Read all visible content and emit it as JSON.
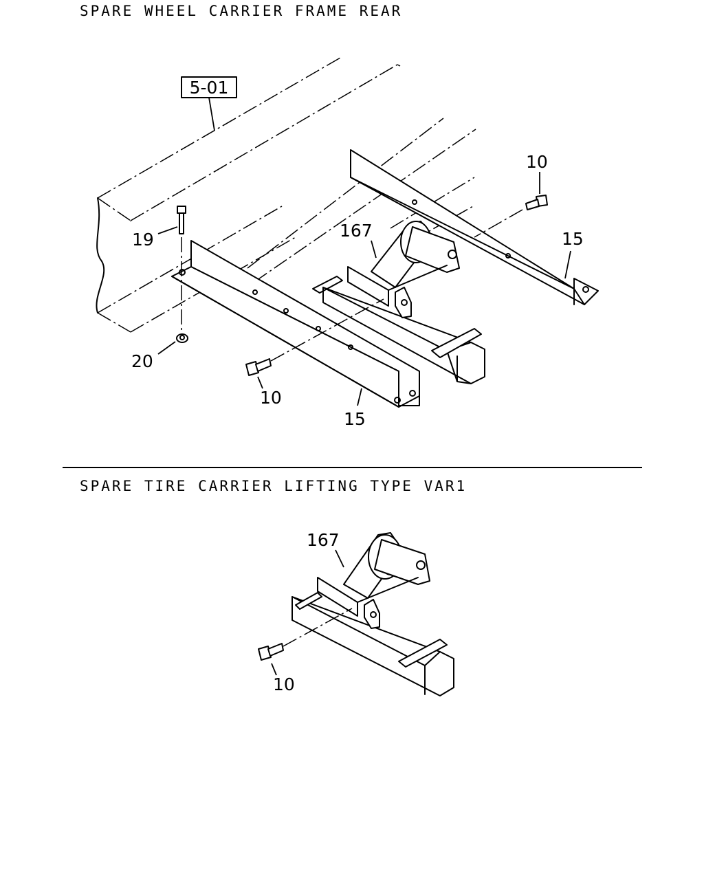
{
  "sections": [
    {
      "title": "SPARE WHEEL CARRIER FRAME REAR",
      "reference_box": "5-01",
      "callouts": [
        "19",
        "20",
        "167",
        "10",
        "15",
        "10",
        "15"
      ]
    },
    {
      "title": "SPARE TIRE CARRIER LIFTING TYPE VAR1",
      "callouts": [
        "167",
        "10"
      ]
    }
  ]
}
